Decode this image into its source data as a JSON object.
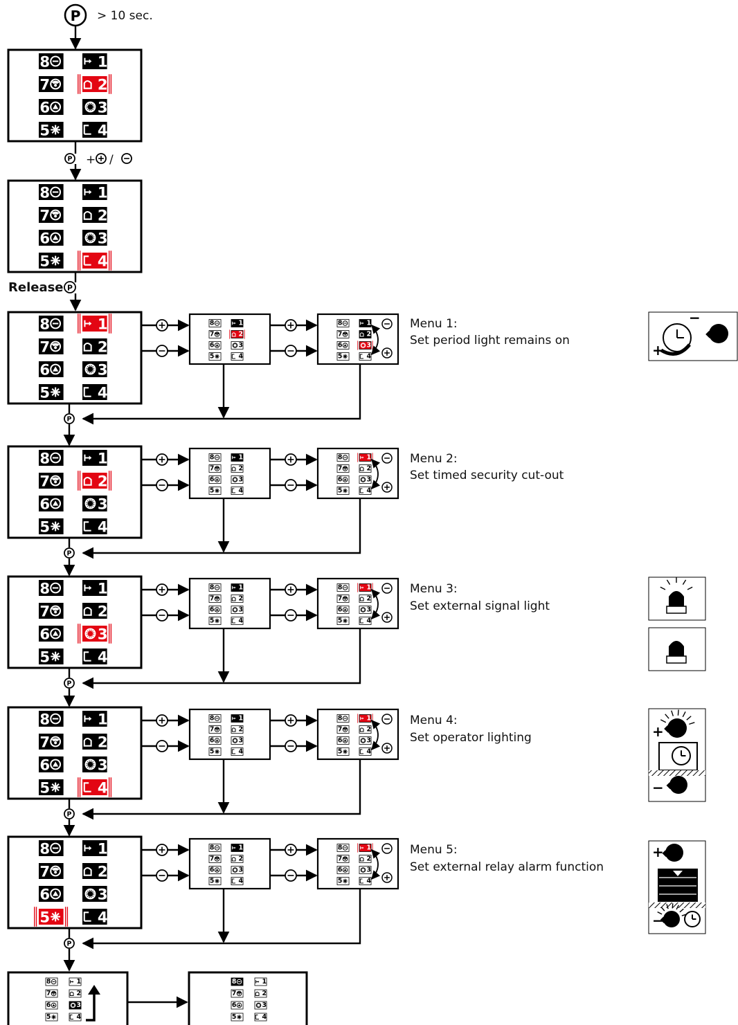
{
  "intro": {
    "p_symbol": "P",
    "hold_text": "> 10 sec.",
    "combo_plus": "+",
    "combo_slash": "/",
    "release_text": "Release"
  },
  "led_items": {
    "left": [
      {
        "num": "8",
        "icon": "minus-circle-icon"
      },
      {
        "num": "7",
        "icon": "radio-remote-icon"
      },
      {
        "num": "6",
        "icon": "triangle-up-icon"
      },
      {
        "num": "5",
        "icon": "flash-light-icon"
      }
    ],
    "right": [
      {
        "num": "1",
        "icon": "travel-limit-icon"
      },
      {
        "num": "2",
        "icon": "door-close-icon"
      },
      {
        "num": "3",
        "icon": "timer-dial-icon"
      },
      {
        "num": "4",
        "icon": "door-open-icon"
      }
    ]
  },
  "colors": {
    "highlight": "#e30613",
    "panel_border": "#000000",
    "led_fill": "#000000"
  },
  "menus": [
    {
      "title": "Menu 1:",
      "description": "Set  period light remains on"
    },
    {
      "title": "Menu 2:",
      "description": "Set timed security cut-out"
    },
    {
      "title": "Menu 3:",
      "description": "Set external signal light"
    },
    {
      "title": "Menu 4:",
      "description": "Set operator lighting"
    },
    {
      "title": "Menu 5:",
      "description": "Set external relay alarm function"
    }
  ],
  "button_symbols": {
    "plus": "+",
    "minus": "−"
  },
  "illustration_marks": {
    "plus": "+",
    "minus": "−"
  }
}
